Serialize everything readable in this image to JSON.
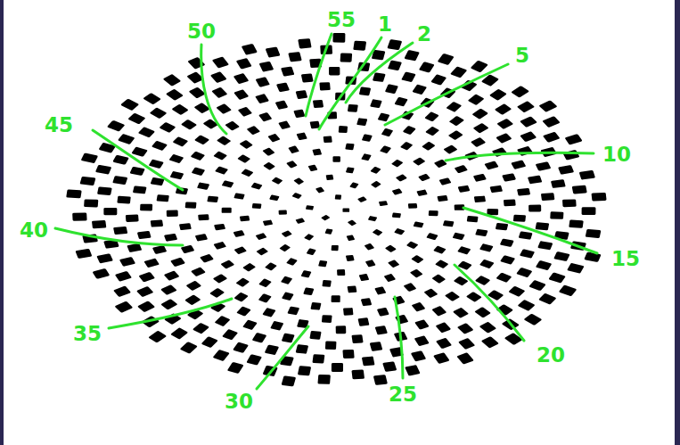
{
  "diagram": {
    "labels": [
      "50",
      "55",
      "1",
      "2",
      "5",
      "10",
      "15",
      "20",
      "25",
      "30",
      "35",
      "40",
      "45"
    ]
  }
}
